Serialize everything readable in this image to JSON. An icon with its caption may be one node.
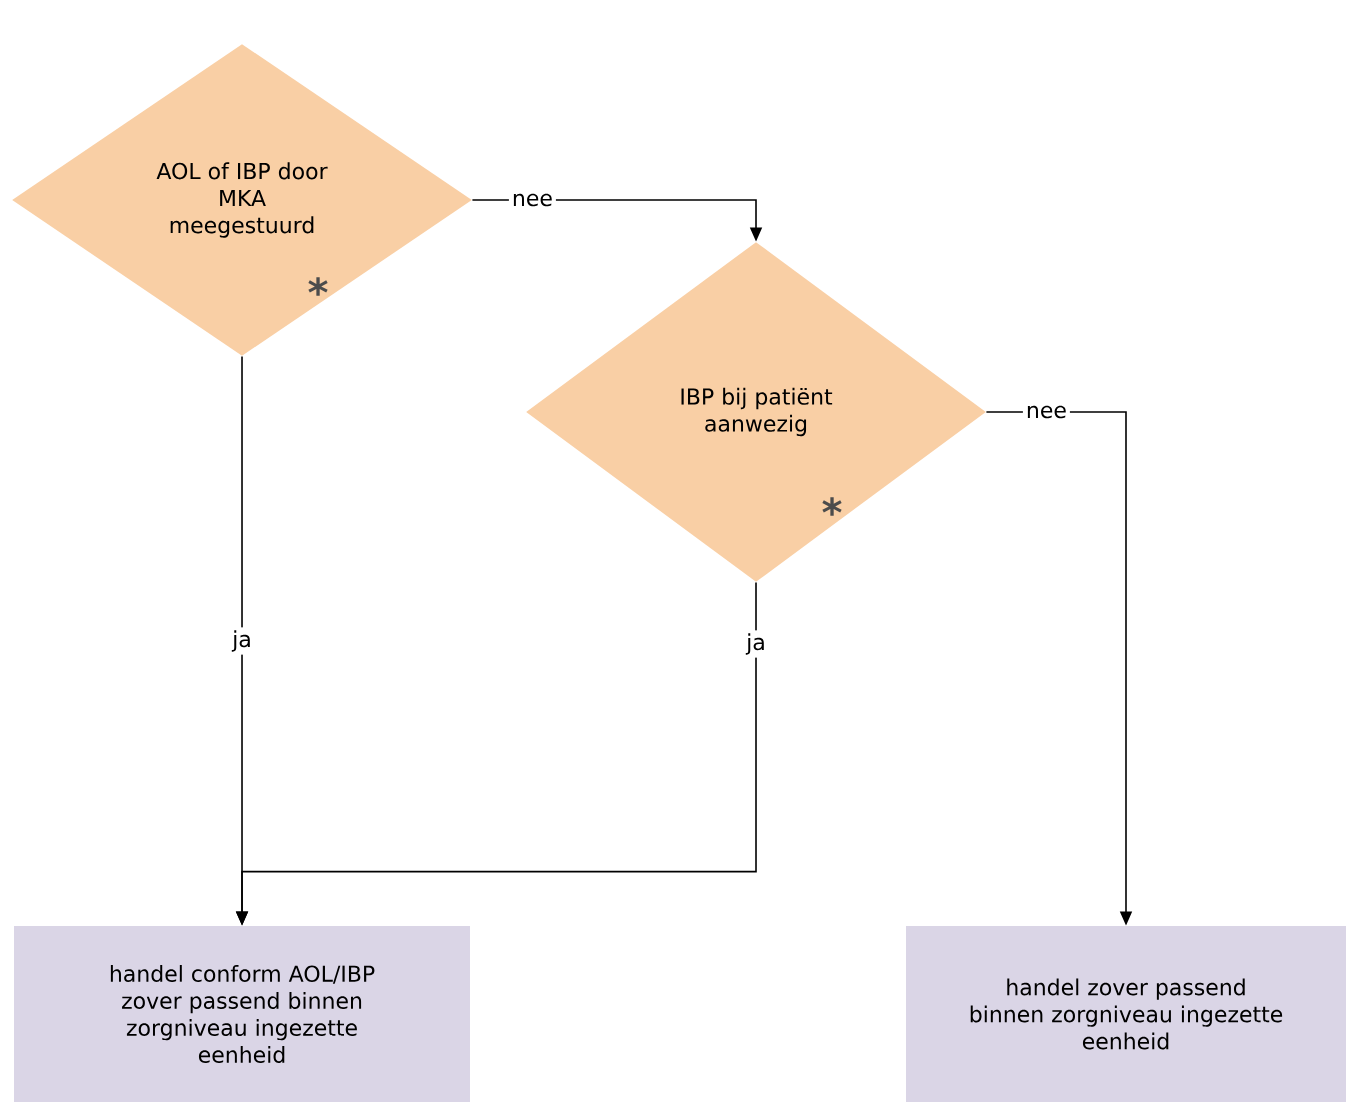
{
  "diagram": {
    "nodes": [
      {
        "text": [
          "AOL of IBP door MKA meegestuurd",
          "*"
        ]
      },
      {
        "text": [
          "IBP bij patiënt aanwezig",
          "*"
        ]
      },
      {
        "text": [
          "handel conform AOL/IBP zover passend binnen zorgniveau ingezette eenheid"
        ]
      },
      {
        "text": [
          "handel zover passend binnen zorgniveau ingezette eenheid"
        ]
      }
    ],
    "edges": [
      {
        "from": 0,
        "to": 1,
        "arrow": "to",
        "label": "nee"
      },
      {
        "from": 1,
        "to": 3,
        "arrow": "to",
        "label": "nee"
      },
      {
        "from": 0,
        "to": 2,
        "arrow": "to",
        "label": "ja"
      },
      {
        "from": 1,
        "to": 2,
        "arrow": "to",
        "label": "ja"
      }
    ]
  }
}
